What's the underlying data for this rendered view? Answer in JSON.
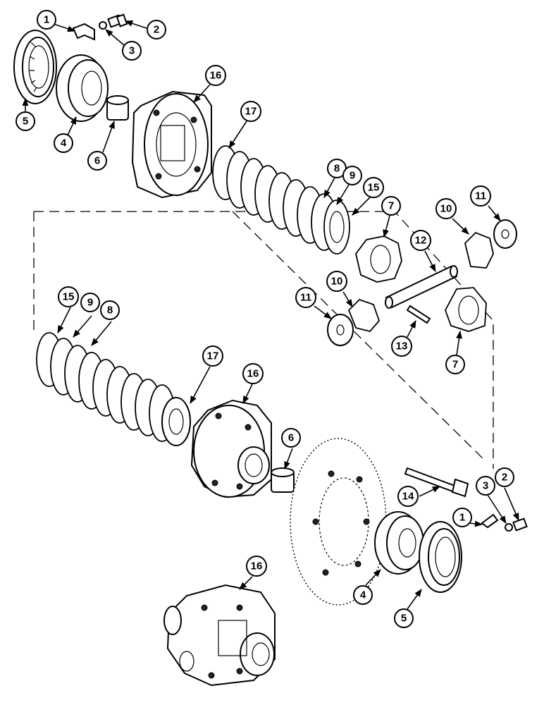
{
  "diagram": {
    "callouts": [
      {
        "label": "1"
      },
      {
        "label": "2"
      },
      {
        "label": "3"
      },
      {
        "label": "5"
      },
      {
        "label": "4"
      },
      {
        "label": "6"
      },
      {
        "label": "16"
      },
      {
        "label": "17"
      },
      {
        "label": "8"
      },
      {
        "label": "9"
      },
      {
        "label": "15"
      },
      {
        "label": "7"
      },
      {
        "label": "10"
      },
      {
        "label": "11"
      },
      {
        "label": "12"
      },
      {
        "label": "11"
      },
      {
        "label": "10"
      },
      {
        "label": "13"
      },
      {
        "label": "7"
      },
      {
        "label": "15"
      },
      {
        "label": "9"
      },
      {
        "label": "8"
      },
      {
        "label": "17"
      },
      {
        "label": "16"
      },
      {
        "label": "6"
      },
      {
        "label": "14"
      },
      {
        "label": "2"
      },
      {
        "label": "3"
      },
      {
        "label": "1"
      },
      {
        "label": "4"
      },
      {
        "label": "5"
      },
      {
        "label": "16"
      }
    ]
  }
}
